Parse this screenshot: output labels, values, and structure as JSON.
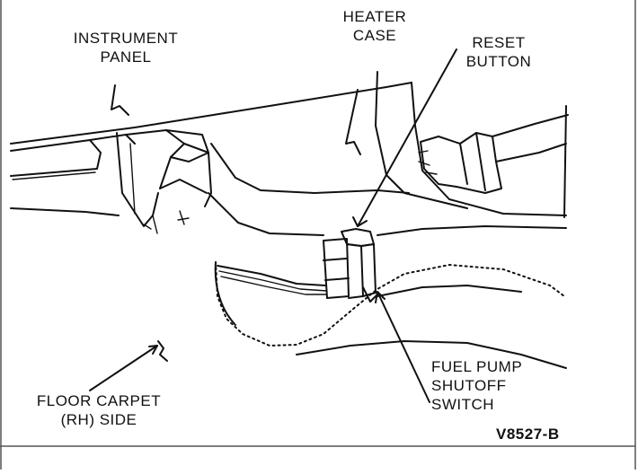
{
  "labels": {
    "instrument_panel": [
      "INSTRUMENT",
      "PANEL"
    ],
    "heater_case": [
      "HEATER",
      "CASE"
    ],
    "reset_button": [
      "RESET",
      "BUTTON"
    ],
    "floor_carpet": [
      "FLOOR CARPET",
      "(RH) SIDE"
    ],
    "fuel_pump_switch": [
      "FUEL PUMP",
      "SHUTOFF",
      "SWITCH"
    ]
  },
  "figure_code": "V8527-B"
}
